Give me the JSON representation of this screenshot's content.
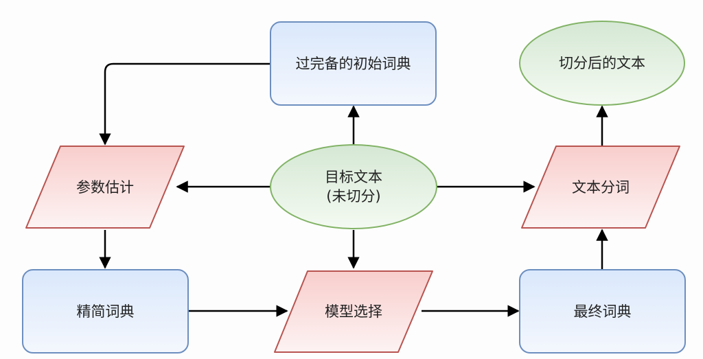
{
  "diagram": {
    "nodes": {
      "initial_dict": {
        "text": "过完备的初始词典",
        "shape": "rect",
        "color": "blue"
      },
      "segmented_text": {
        "text": "切分后的文本",
        "shape": "ellipse",
        "color": "green"
      },
      "param_estimation": {
        "text": "参数估计",
        "shape": "parallelogram",
        "color": "red"
      },
      "target_text": {
        "line1": "目标文本",
        "line2": "(未切分)",
        "shape": "ellipse",
        "color": "green"
      },
      "text_segmentation": {
        "text": "文本分词",
        "shape": "parallelogram",
        "color": "red"
      },
      "refined_dict": {
        "text": "精简词典",
        "shape": "rect",
        "color": "blue"
      },
      "model_selection": {
        "text": "模型选择",
        "shape": "parallelogram",
        "color": "red"
      },
      "final_dict": {
        "text": "最终词典",
        "shape": "rect",
        "color": "blue"
      }
    },
    "edges": [
      [
        "target_text",
        "initial_dict"
      ],
      [
        "initial_dict",
        "param_estimation"
      ],
      [
        "target_text",
        "param_estimation"
      ],
      [
        "target_text",
        "text_segmentation"
      ],
      [
        "target_text",
        "model_selection"
      ],
      [
        "param_estimation",
        "refined_dict"
      ],
      [
        "refined_dict",
        "model_selection"
      ],
      [
        "model_selection",
        "final_dict"
      ],
      [
        "final_dict",
        "text_segmentation"
      ],
      [
        "text_segmentation",
        "segmented_text"
      ]
    ],
    "colors": {
      "blue_stroke": "#6c8ebf",
      "blue_top": "#dae8fc",
      "blue_bottom": "#f4f7fd",
      "green_stroke": "#82b366",
      "green_top": "#d5e8d4",
      "green_bottom": "#f4faf2",
      "red_stroke": "#b85450",
      "red_top": "#f8cecc",
      "red_bottom": "#fdf3f3",
      "arrow": "#000000"
    }
  }
}
